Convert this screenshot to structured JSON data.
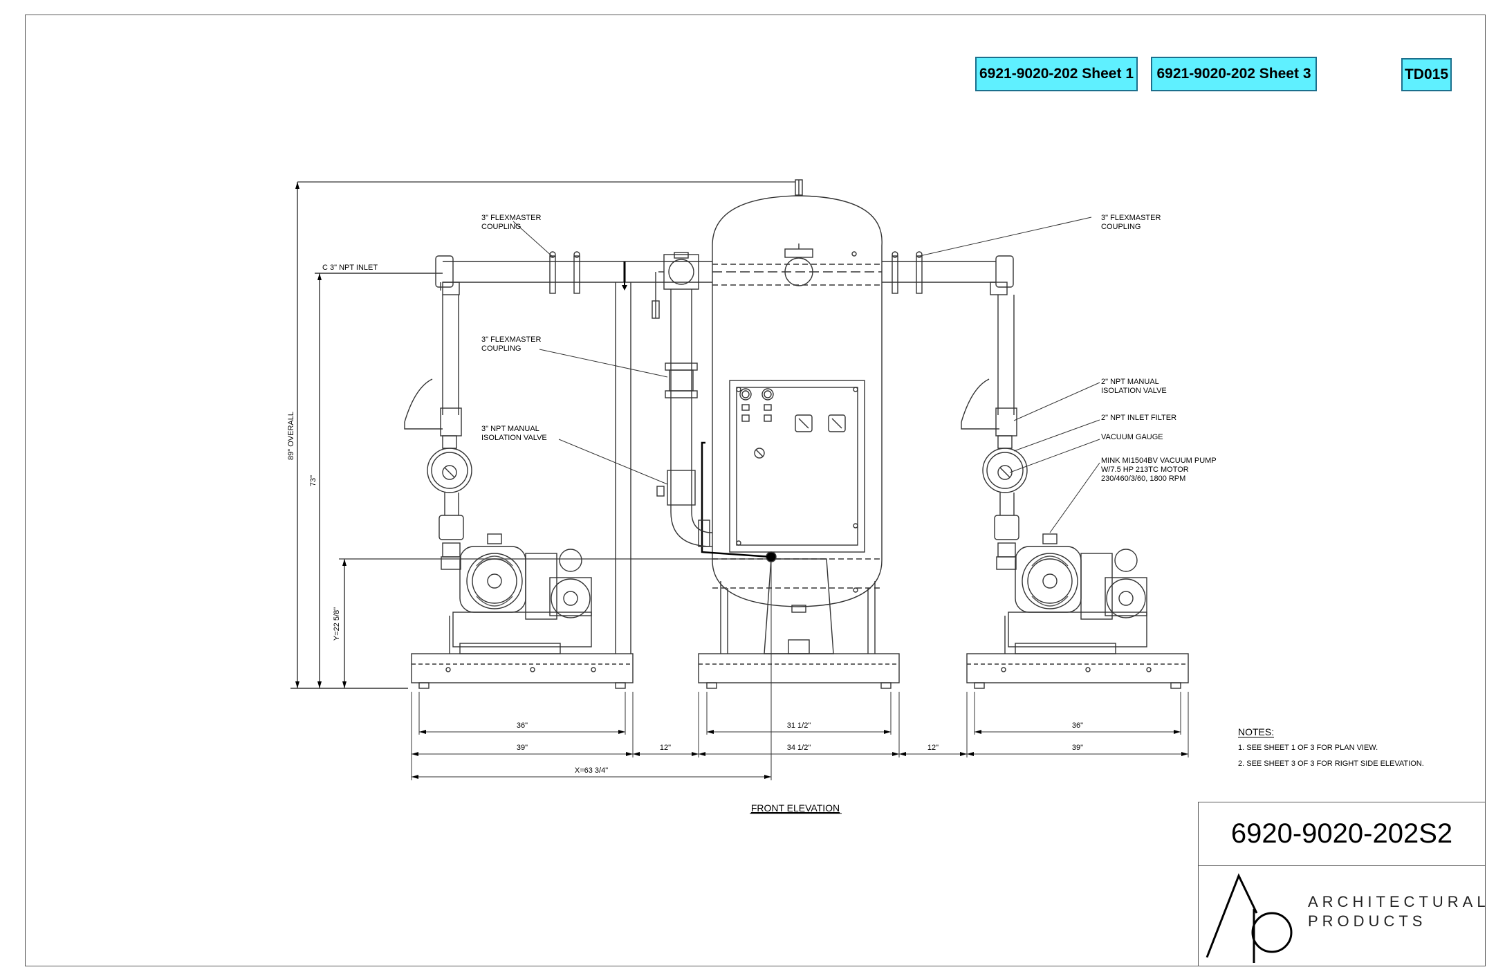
{
  "links": {
    "sheet1": "6921-9020-202 Sheet 1",
    "sheet3": "6921-9020-202 Sheet 3",
    "td": "TD015"
  },
  "callouts": {
    "inlet": "C 3\" NPT INLET",
    "flex_top_left": [
      "3\" FLEXMASTER",
      "COUPLING"
    ],
    "flex_top_right": [
      "3\" FLEXMASTER",
      "COUPLING"
    ],
    "flex_mid": [
      "3\" FLEXMASTER",
      "COUPLING"
    ],
    "iso_valve_3": [
      "3\" NPT MANUAL",
      "ISOLATION VALVE"
    ],
    "iso_valve_2": [
      "2\" NPT MANUAL",
      "ISOLATION VALVE"
    ],
    "inlet_filter": "2\" NPT INLET FILTER",
    "vacuum_gauge": "VACUUM GAUGE",
    "pump": [
      "MINK MI1504BV VACUUM PUMP",
      "W/7.5 HP 213TC MOTOR",
      "230/460/3/60, 1800 RPM"
    ]
  },
  "dimensions": {
    "overall": "89\" OVERALL",
    "height_73": "73\"",
    "y_dim": "Y=22 5/8\"",
    "left_36": "36\"",
    "left_39": "39\"",
    "gap_12_left": "12\"",
    "center_31": "31 1/2\"",
    "center_34": "34 1/2\"",
    "gap_12_right": "12\"",
    "right_36": "36\"",
    "right_39": "39\"",
    "x_dim": "X=63 3/4\""
  },
  "view_title": "FRONT ELEVATION",
  "notes": {
    "heading": "NOTES:",
    "items": [
      "1.  SEE SHEET 1 OF 3 FOR PLAN VIEW.",
      "2.  SEE SHEET 3 OF 3 FOR RIGHT SIDE ELEVATION."
    ]
  },
  "title_block": {
    "drawing_number": "6920-9020-202S2",
    "company_line1": "ARCHITECTURAL",
    "company_line2": "PRODUCTS"
  }
}
